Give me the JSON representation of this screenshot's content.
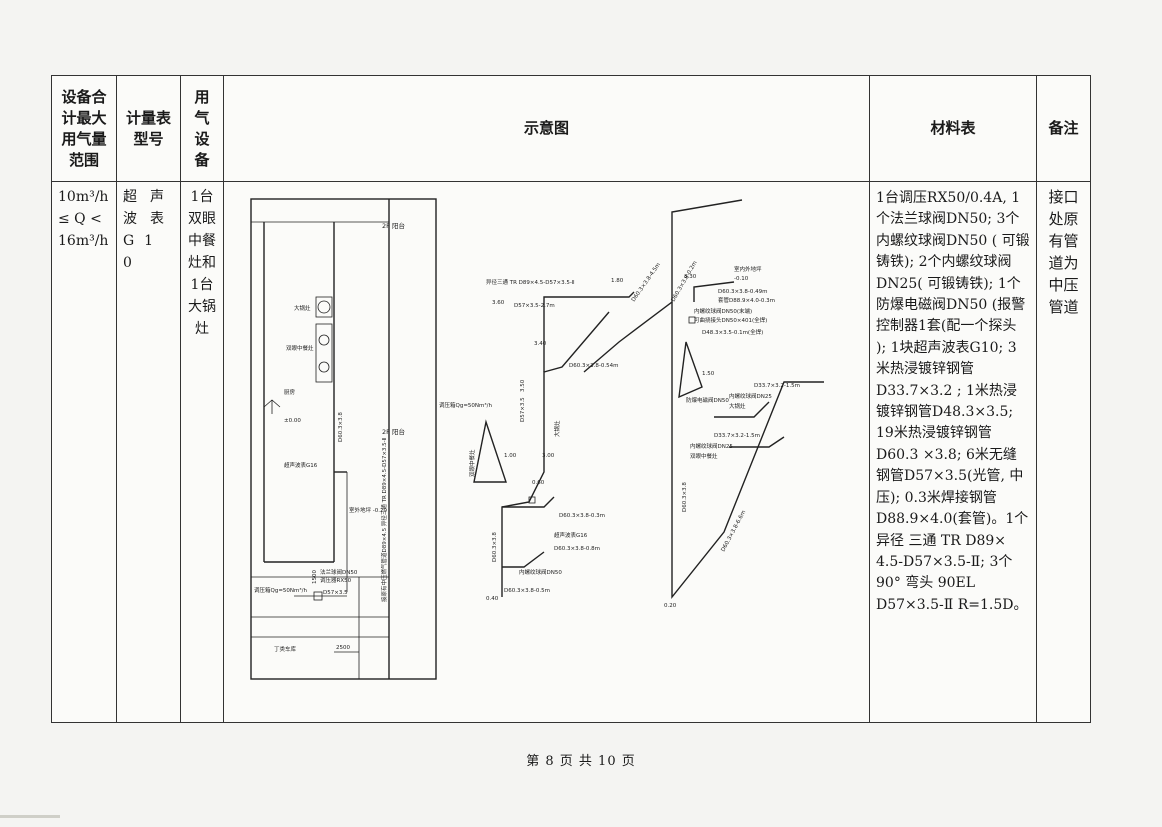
{
  "table": {
    "headers": {
      "range": "设备合计最大用气量范围",
      "meter": "计量表型号",
      "device": "用气设备",
      "diagram": "示意图",
      "materials": "材料表",
      "remarks": "备注"
    },
    "row": {
      "range": "10m³/h ≤ Q < 16m³/h",
      "meter": "超声波表 G10",
      "device": "1台双眼中餐灶和1台大锅灶",
      "materials": "1台调压RX50/0.4A, 1个法兰球阀DN50; 3个内螺纹球阀DN50 ( 可锻铸铁); 2个内螺纹球阀DN25( 可锻铸铁); 1个防爆电磁阀DN50 (报警控制器1套(配一个探头 ); 1块超声波表G10; 3米热浸镀锌钢管D33.7×3.2 ; 1米热浸镀锌钢管D48.3×3.5; 19米热浸镀锌钢管D60.3 ×3.8; 6米无缝钢管D57×3.5(光管, 中压); 0.3米焊接钢管D88.9×4.0(套管)。1个异径 三通 TR D89× 4.5-D57×3.5-Ⅱ; 3个90° 弯头 90EL D57×3.5-Ⅱ R=1.5D。",
      "remarks": "接口处原有管道为中压管道"
    }
  },
  "diagram": {
    "plan": {
      "floor_top": "2F 阳台",
      "floor_mid": "2F 阳台",
      "big_stove": "大锅灶",
      "double_stove": "双眼中餐灶",
      "kitchen": "厨房",
      "kitchen_level": "±0.00",
      "meter_label": "超声波表G16",
      "pipe_vertical": "D60.3×3.8",
      "outdoor_level": "室外地坪 -0.20",
      "laser_note": "接原有中压燃气管道D89×4.5 异径三通 TR D89×4.5-D57×3.5-Ⅱ",
      "valve_note_1": "法兰球阀DN50",
      "valve_note_2": "调压器RX50",
      "regulator": "调压箱Qg=50Nm³/h",
      "pipe_horizontal": "D57×3.5",
      "dim_1500": "1500",
      "dim_2500": "2500",
      "bottom_label": "丁类车库"
    },
    "iso": {
      "tee_label": "异径三通 TR D89×4.5-D57×3.5-Ⅱ",
      "pipe_d57_27": "D57×3.5-2.7m",
      "level_360": "3.60",
      "level_340": "3.40",
      "level_350": "3.50",
      "level_300": "3.00",
      "pipe_d603_54": "D60.3×3.8-0.54m",
      "pipe_d603_45": "D60.3×3.8-4.5m",
      "pipe_d603_02": "D60.3×3.8-0.2m",
      "level_330": "3.30",
      "level_180": "1.80",
      "level_150": "1.50",
      "level_100": "1.00",
      "level_060": "0.60",
      "level_040": "0.40",
      "level_020": "0.20",
      "regulator": "调压箱Qg=50Nm³/h",
      "pipe_d57_35": "D57×3.5",
      "big_stove": "大锅灶",
      "meter": "超声波表G16",
      "solenoid": "内螺纹球阀DN50",
      "pipe_d603_03": "D60.3×3.8-0.3m",
      "pipe_d603_08": "D60.3×3.8-0.8m",
      "pipe_d603_05": "D60.3×3.8-0.5m",
      "pipe_d603_66": "D60.3×3.8-6.6m",
      "pipe_d603_38": "D60.3×3.8",
      "valve_dn50": "防爆电磁阀DN50",
      "pipe_d603_049": "D60.3×3.8-0.49m",
      "casing": "套管D88.9×4.0-0.3m",
      "valve_dn50_flex": "内螺纹球阀DN50(末端)",
      "flex_hose": "可曲挠接头DN50×401(全焊)",
      "pipe_d483": "D48.3×3.5-0.1m(全焊)",
      "probe": "室内外地坪",
      "level_010": "-0.10",
      "double_stove": "双眼中餐灶",
      "pipe_d337_15a": "D33.7×3.2-1.5m",
      "pipe_d337_15b": "D33.7×3.2-1.5m",
      "valve_dn25a": "内螺纹球阀DN25",
      "valve_dn25b": "内螺纹球阀DN25",
      "stove_big": "大锅灶",
      "stove_double": "双眼中餐灶"
    }
  },
  "footer": {
    "page": "第 8 页 共 10 页"
  }
}
